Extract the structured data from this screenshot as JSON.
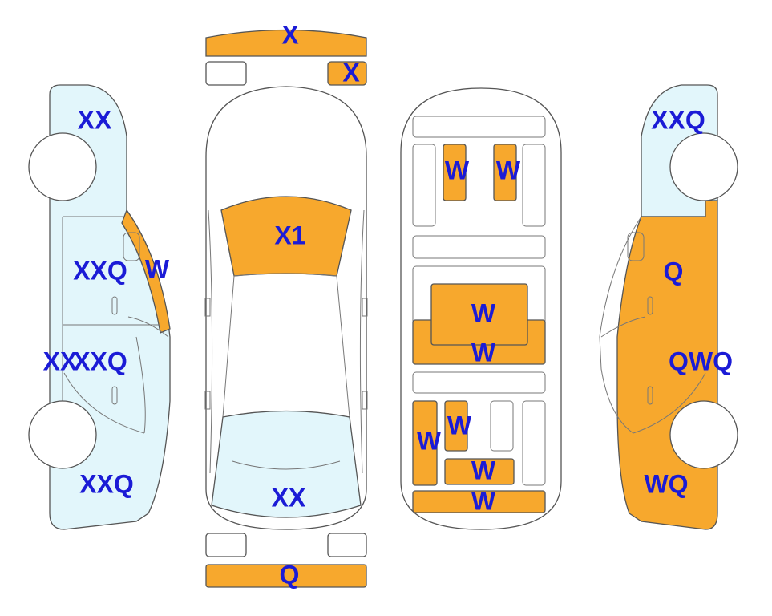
{
  "colors": {
    "damaged": "#F7A82D",
    "glass": "#E2F6FB",
    "plain": "#FFFFFF",
    "label": "#1B1BD6",
    "stroke": "#555555"
  },
  "labels": {
    "front_bumper": "X",
    "front_right_lamp": "X",
    "windshield": "X1",
    "rear_window": "XX",
    "rear_bumper": "Q",
    "left_front_fender": "XX",
    "left_front_door": "XXQ",
    "left_a_pillar": "W",
    "left_rear_door_a": "XX",
    "left_rear_door_b": "XXQ",
    "left_rear_quarter": "XXQ",
    "floor_seat_1": "W",
    "floor_seat_2": "W",
    "floor_middle_upper": "W",
    "floor_middle_lower": "W",
    "floor_rear_left_outer": "W",
    "floor_rear_left_inner": "W",
    "floor_rear_cross_1": "W",
    "floor_rear_cross_2": "W",
    "right_front_fender": "XXQ",
    "right_front_door": "Q",
    "right_rear_door": "QWQ",
    "right_rear_quarter": "WQ"
  }
}
